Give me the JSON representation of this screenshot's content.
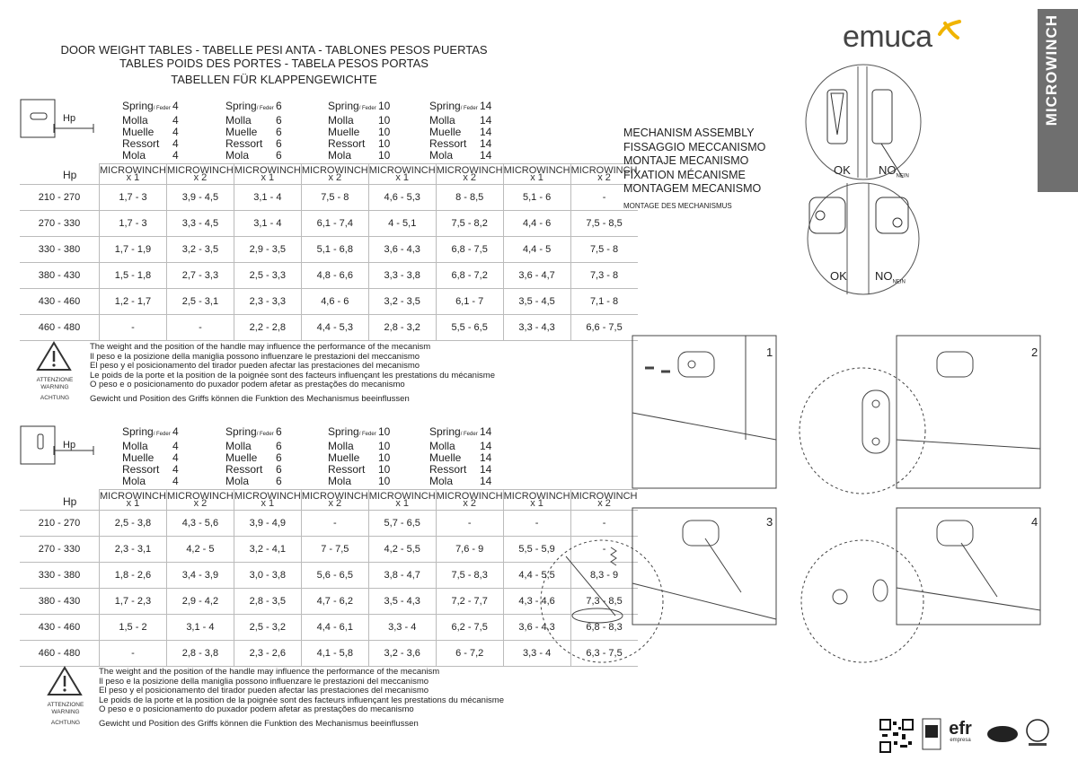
{
  "title": {
    "line1": "DOOR WEIGHT TABLES - TABELLE PESI ANTA - TABLONES PESOS PUERTAS",
    "line2": "TABLES POIDS DES PORTES - TABELA PESOS PORTAS",
    "line3": "TABELLEN FÜR KLAPPENGEWICHTE"
  },
  "brand": "emuca",
  "product": "MICROWINCH",
  "hp_label": "Hp",
  "springs": [
    {
      "spring": "Spring",
      "feder": "/ Feder",
      "values": [
        "4",
        "4",
        "4",
        "4",
        "4"
      ]
    },
    {
      "spring": "Spring",
      "feder": "/ Feder",
      "values": [
        "6",
        "6",
        "6",
        "6",
        "6"
      ]
    },
    {
      "spring": "Spring",
      "feder": "/ Feder",
      "values": [
        "10",
        "10",
        "10",
        "10",
        "10"
      ]
    },
    {
      "spring": "Spring",
      "feder": "/ Feder",
      "values": [
        "14",
        "14",
        "14",
        "14",
        "14"
      ]
    }
  ],
  "spring_names": [
    "Molla",
    "Muelle",
    "Ressort",
    "Mola"
  ],
  "col_headers": [
    {
      "name": "MICROWINCH",
      "mult": "x 1"
    },
    {
      "name": "MICROWINCH",
      "mult": "x 2"
    },
    {
      "name": "MICROWINCH",
      "mult": "x 1"
    },
    {
      "name": "MICROWINCH",
      "mult": "x 2"
    },
    {
      "name": "MICROWINCH",
      "mult": "x 1"
    },
    {
      "name": "MICROWINCH",
      "mult": "x 2"
    },
    {
      "name": "MICROWINCH",
      "mult": "x 1"
    },
    {
      "name": "MICROWINCH",
      "mult": "x 2"
    }
  ],
  "table1": [
    {
      "range": "210 - 270",
      "cells": [
        "1,7 - 3",
        "3,9 - 4,5",
        "3,1 - 4",
        "7,5 - 8",
        "4,6 - 5,3",
        "8 - 8,5",
        "5,1 - 6",
        "-"
      ]
    },
    {
      "range": "270 - 330",
      "cells": [
        "1,7 - 3",
        "3,3 - 4,5",
        "3,1 - 4",
        "6,1 - 7,4",
        "4 - 5,1",
        "7,5 - 8,2",
        "4,4 - 6",
        "7,5 - 8,5"
      ]
    },
    {
      "range": "330 - 380",
      "cells": [
        "1,7 - 1,9",
        "3,2 - 3,5",
        "2,9 - 3,5",
        "5,1 - 6,8",
        "3,6 - 4,3",
        "6,8 - 7,5",
        "4,4 - 5",
        "7,5 - 8"
      ]
    },
    {
      "range": "380 - 430",
      "cells": [
        "1,5 - 1,8",
        "2,7 - 3,3",
        "2,5 - 3,3",
        "4,8 - 6,6",
        "3,3 - 3,8",
        "6,8 - 7,2",
        "3,6 - 4,7",
        "7,3 - 8"
      ]
    },
    {
      "range": "430 - 460",
      "cells": [
        "1,2 - 1,7",
        "2,5 - 3,1",
        "2,3 - 3,3",
        "4,6 - 6",
        "3,2 - 3,5",
        "6,1 - 7",
        "3,5 - 4,5",
        "7,1 - 8"
      ]
    },
    {
      "range": "460 - 480",
      "cells": [
        "-",
        "-",
        "2,2 - 2,8",
        "4,4 - 5,3",
        "2,8 - 3,2",
        "5,5 - 6,5",
        "3,3 - 4,3",
        "6,6 - 7,5"
      ]
    }
  ],
  "table2": [
    {
      "range": "210 - 270",
      "cells": [
        "2,5 - 3,8",
        "4,3 - 5,6",
        "3,9 - 4,9",
        "-",
        "5,7 - 6,5",
        "-",
        "-",
        "-"
      ]
    },
    {
      "range": "270 - 330",
      "cells": [
        "2,3 - 3,1",
        "4,2 - 5",
        "3,2 - 4,1",
        "7 - 7,5",
        "4,2 - 5,5",
        "7,6 - 9",
        "5,5 - 5,9",
        "-"
      ]
    },
    {
      "range": "330 - 380",
      "cells": [
        "1,8 - 2,6",
        "3,4 - 3,9",
        "3,0 - 3,8",
        "5,6 - 6,5",
        "3,8 - 4,7",
        "7,5 - 8,3",
        "4,4 - 5,5",
        "8,3 - 9"
      ]
    },
    {
      "range": "380 - 430",
      "cells": [
        "1,7 - 2,3",
        "2,9 - 4,2",
        "2,8 - 3,5",
        "4,7 - 6,2",
        "3,5 - 4,3",
        "7,2 - 7,7",
        "4,3 - 4,6",
        "7,3 - 8,5"
      ]
    },
    {
      "range": "430 - 460",
      "cells": [
        "1,5 - 2",
        "3,1 - 4",
        "2,5 - 3,2",
        "4,4 - 6,1",
        "3,3 - 4",
        "6,2 - 7,5",
        "3,6 - 4,3",
        "6,8 - 8,3"
      ]
    },
    {
      "range": "460 - 480",
      "cells": [
        "-",
        "2,8 - 3,8",
        "2,3 - 2,6",
        "4,1 - 5,8",
        "3,2 - 3,6",
        "6 - 7,2",
        "3,3 - 4",
        "6,3 - 7,5"
      ]
    }
  ],
  "warning": {
    "lines": [
      "The weight and the position of the handle may influence the performance of the mecanism",
      "Il peso e la posizione della maniglia possono influenzare le prestazioni del meccanismo",
      "El peso y el posicionamento del tirador pueden afectar las prestaciones del mecanismo",
      "Le poids de la porte et la position de la poignée sont des facteurs influençant les prestations du mécanisme",
      "O peso e o posicionamento do puxador podem afetar as prestações do mecanismo"
    ],
    "german": "Gewicht und Position des Griffs können die Funktion des Mechanismus beeinflussen",
    "labels": [
      "ATTENZIONE",
      "WARNING",
      "ACHTUNG"
    ]
  },
  "mechanism": {
    "lines": [
      "MECHANISM ASSEMBLY",
      "FISSAGGIO MECCANISMO",
      "MONTAJE MECANISMO",
      "FIXATION MÉCANISME",
      "MONTAGEM MECANISMO"
    ],
    "small": "MONTAGE DES MECHANISMUS"
  },
  "ok": {
    "ok": "OK",
    "no": "NO",
    "nein": "NEIN"
  },
  "steps": [
    "1",
    "2",
    "3",
    "4"
  ],
  "badges": {
    "efr": "efr",
    "efr_sub": "empresa"
  }
}
